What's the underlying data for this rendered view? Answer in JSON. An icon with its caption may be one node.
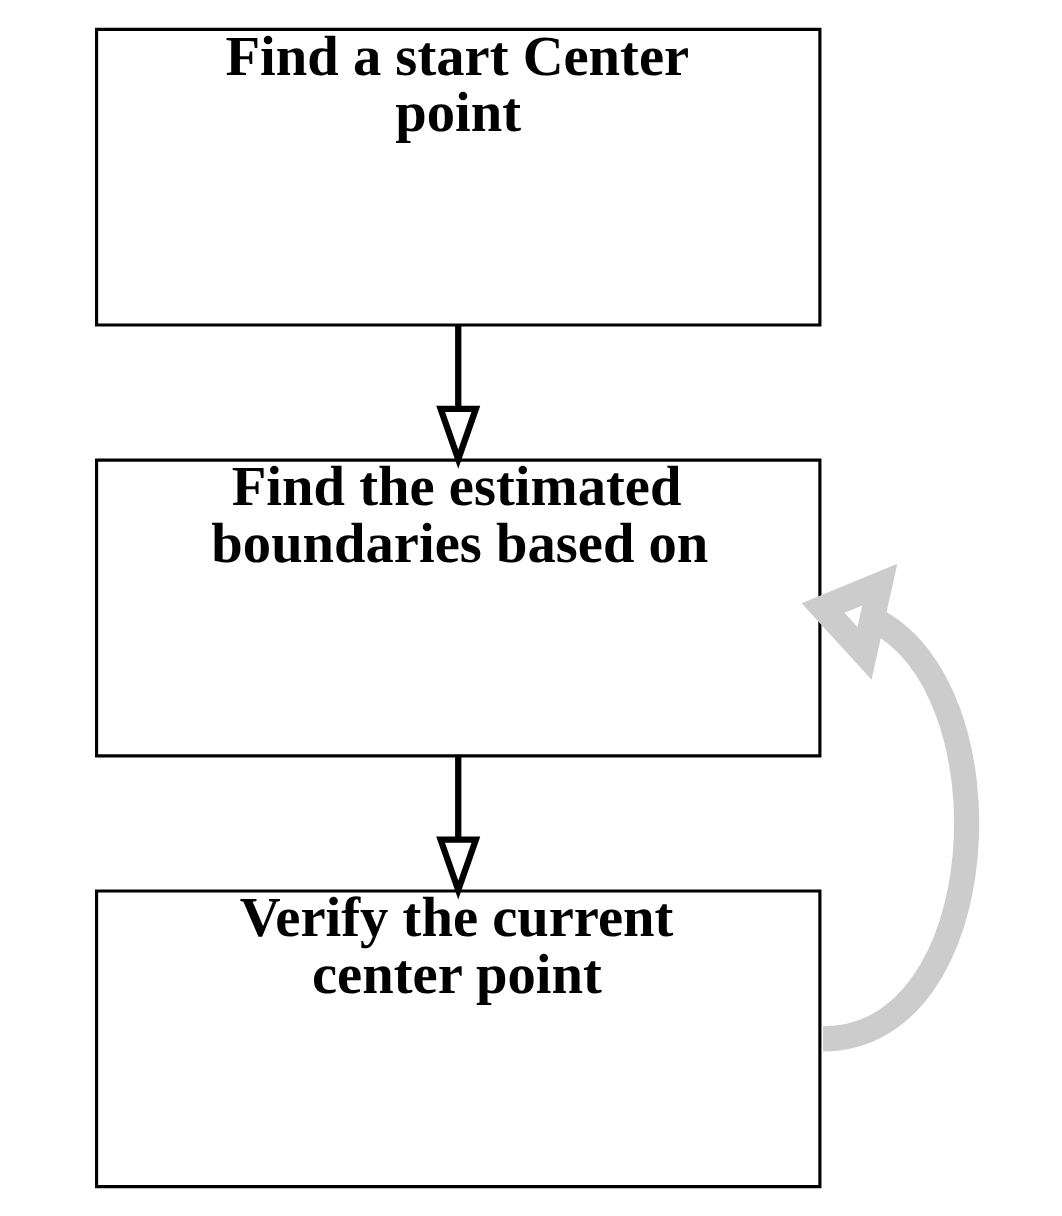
{
  "diagram": {
    "nodes": [
      {
        "text": [
          "Find a start Center point"
        ]
      },
      {
        "text": [
          "Find the estimated boundaries based on"
        ]
      },
      {
        "text": [
          "Verify the current center point"
        ]
      }
    ],
    "edges": [
      {
        "from": 0,
        "to": 1,
        "arrow": "to"
      },
      {
        "from": 1,
        "to": 2,
        "arrow": "to"
      },
      {
        "from": 2,
        "to": 1,
        "arrow": "to",
        "style": "thick",
        "color": "#cccccc"
      }
    ]
  }
}
